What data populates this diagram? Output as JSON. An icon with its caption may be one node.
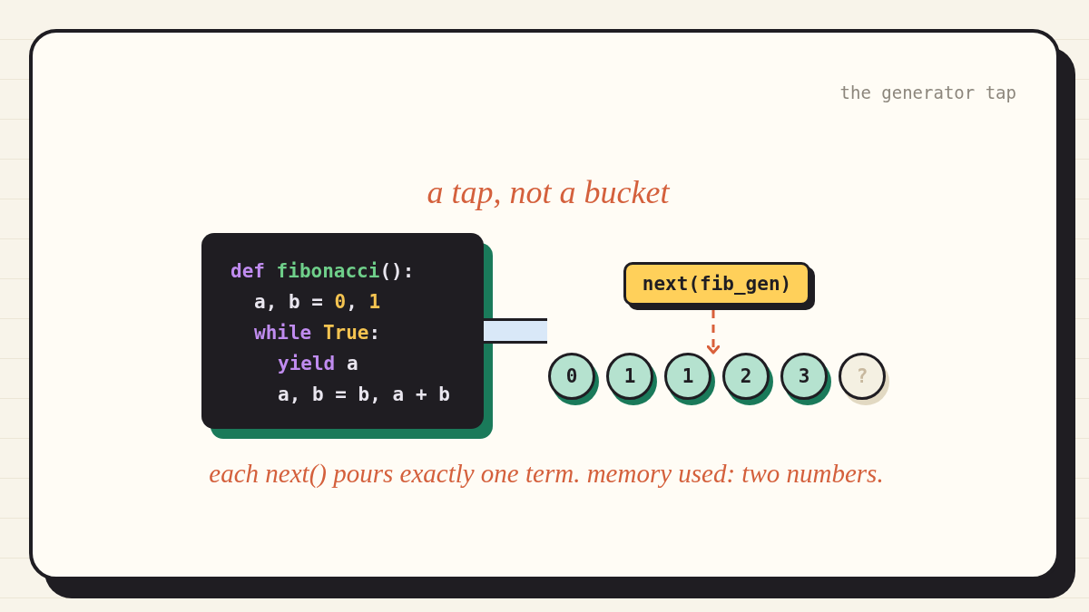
{
  "diagram": {
    "title": "a tap, not a bucket",
    "caption": "each next() pours exactly one term. memory used: two numbers.",
    "nodes": [
      {
        "text": [
          "def fibonacci():",
          "a, b = 0, 1",
          "while True:",
          "yield a",
          "a, b = b, a + b"
        ]
      },
      {
        "text": [
          "next(fib_gen)"
        ]
      },
      {
        "text": [
          "0"
        ]
      },
      {
        "text": [
          "1"
        ]
      },
      {
        "text": [
          "1"
        ]
      },
      {
        "text": [
          "2"
        ]
      },
      {
        "text": [
          "3"
        ]
      },
      {
        "text": [
          "?"
        ]
      }
    ],
    "edges": [
      {
        "from": 1,
        "to": 4,
        "arrow": "to",
        "style": "dashed",
        "color": "#d9603b"
      }
    ],
    "labels": [
      "the generator tap"
    ]
  }
}
